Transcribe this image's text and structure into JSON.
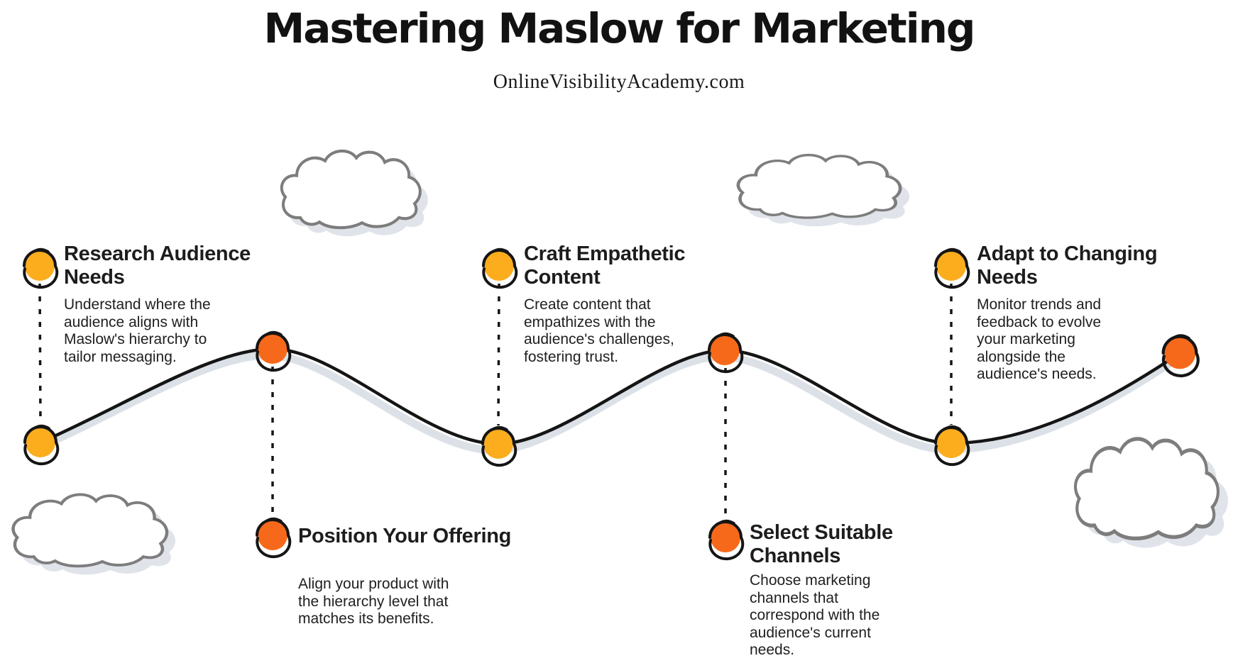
{
  "header": {
    "title": "Mastering Maslow for Marketing",
    "subtitle": "OnlineVisibilityAcademy.com"
  },
  "colors": {
    "ink": "#151515",
    "yellow": "#FBAD1E",
    "orange": "#F7691A",
    "path_shadow": "#DCE1E8",
    "cloud_outline": "#7D7D7D",
    "cloud_fill": "#FFFFFF",
    "cloud_shadow": "#E0E4EA"
  },
  "steps": [
    {
      "title": "Research Audience Needs",
      "description": "Understand where the audience aligns with Maslow's hierarchy to tailor messaging.",
      "bullet_color": "yellow",
      "row": "top"
    },
    {
      "title": "Position Your Offering",
      "description": "Align your product with the hierarchy level that matches its benefits.",
      "bullet_color": "orange",
      "row": "bottom"
    },
    {
      "title": "Craft Empathetic Content",
      "description": "Create content that empathizes with the audience's challenges, fostering trust.",
      "bullet_color": "yellow",
      "row": "top"
    },
    {
      "title": "Select Suitable Channels",
      "description": "Choose marketing channels that correspond with the audience's current needs.",
      "bullet_color": "orange",
      "row": "bottom"
    },
    {
      "title": "Adapt to Changing Needs",
      "description": "Monitor trends and feedback to evolve your marketing alongside the audience's needs.",
      "bullet_color": "yellow",
      "row": "top"
    }
  ]
}
